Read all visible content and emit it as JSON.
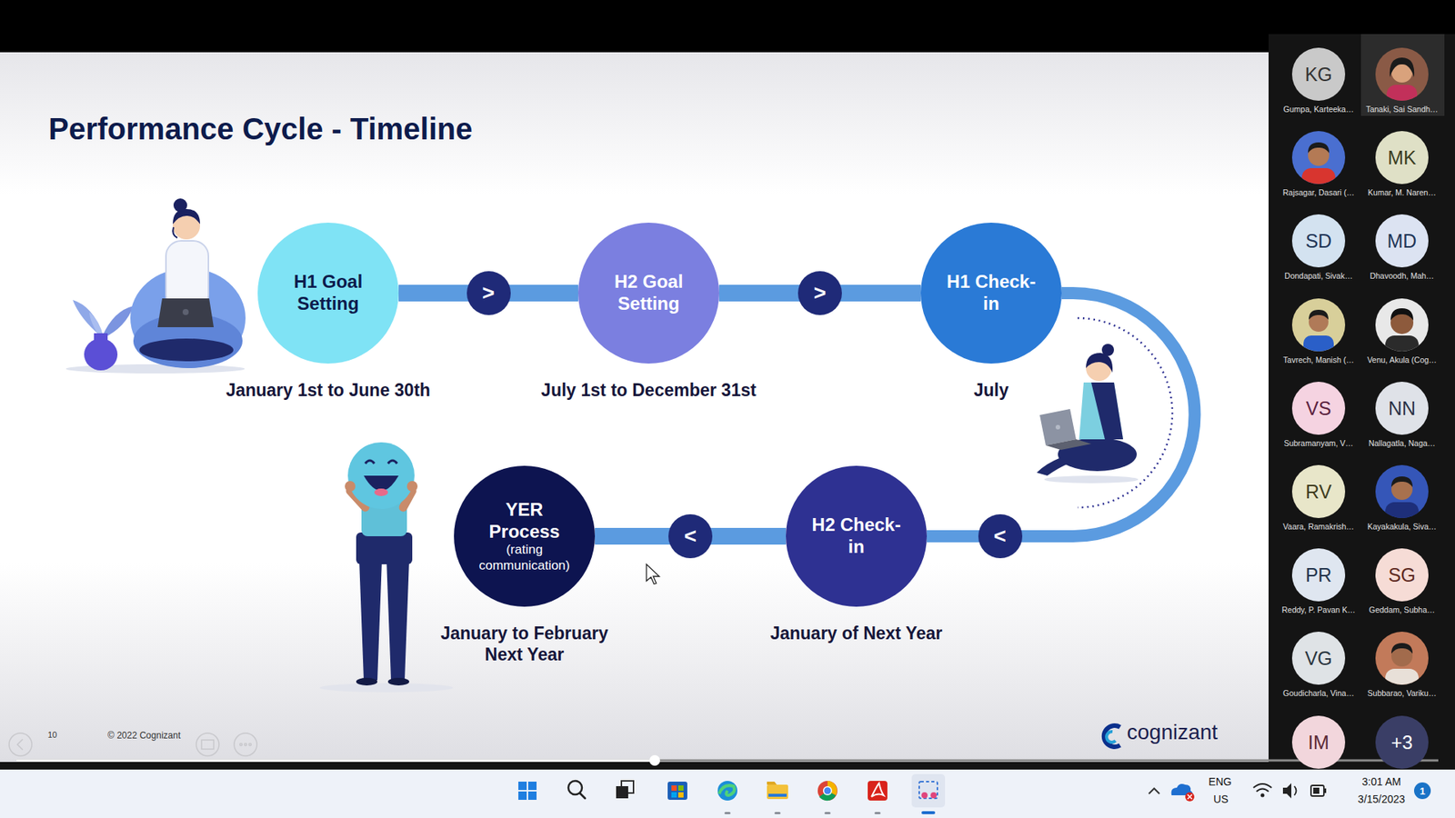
{
  "diagram": {
    "title": "Performance Cycle - Timeline",
    "nodes": [
      {
        "text": [
          "H1 Goal Setting",
          "January 1st to June 30th"
        ]
      },
      {
        "text": [
          "H2 Goal Setting",
          "July 1st to December 31st"
        ]
      },
      {
        "text": [
          "H1 Check-in",
          "July"
        ]
      },
      {
        "text": [
          "H2 Check-in",
          "January of Next Year"
        ]
      },
      {
        "text": [
          "YER Process",
          "(rating communication)",
          "January to February Next Year"
        ]
      },
      {
        "text": [
          "KG",
          "Gumpa, Karteeka…"
        ]
      },
      {
        "text": [
          "MK",
          "Kumar, M. Naren…"
        ]
      },
      {
        "text": [
          "SD",
          "Dondapati, Sivak…"
        ]
      },
      {
        "text": [
          "MD",
          "Dhavoodh, Mah…"
        ]
      },
      {
        "text": [
          "VS",
          "Subramanyam, V…"
        ]
      },
      {
        "text": [
          "NN",
          "Nallagatla, Naga…"
        ]
      },
      {
        "text": [
          "RV",
          "Vaara, Ramakrish…"
        ]
      },
      {
        "text": [
          "PR",
          "Reddy, P. Pavan K…"
        ]
      },
      {
        "text": [
          "SG",
          "Geddam, Subha…"
        ]
      },
      {
        "text": [
          "VG",
          "Goudicharla, Vina…"
        ]
      },
      {
        "text": [
          "IM"
        ]
      },
      {
        "text": [
          "+3"
        ]
      },
      {
        "text": [
          "1"
        ]
      }
    ],
    "edges": [
      {
        "from": 0,
        "to": 1,
        "arrow": "none",
        "label": ">"
      },
      {
        "from": 1,
        "to": 2,
        "arrow": "none",
        "label": ">"
      },
      {
        "from": 2,
        "to": 3,
        "arrow": "none",
        "label": "<"
      },
      {
        "from": 3,
        "to": 4,
        "arrow": "none",
        "label": "<"
      }
    ],
    "labels": [
      "10",
      "© 2022 Cognizant",
      "cognizant",
      "Tanaki, Sai Sandh…",
      "Rajsagar, Dasari (…",
      "Tavrech, Manish (…",
      "Venu, Akula (Cog…",
      "Kayakakula, Siva…",
      "Subbarao, Variku…",
      "ENG",
      "US",
      "3:01 AM",
      "3/15/2023"
    ]
  }
}
